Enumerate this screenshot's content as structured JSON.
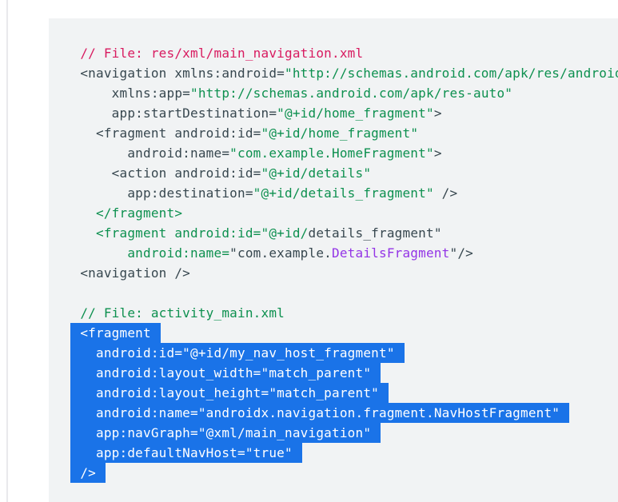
{
  "code_lines": [
    [
      {
        "t": "    "
      },
      {
        "t": "// File: res/xml/main_navigation.xml",
        "c": "com"
      }
    ],
    [
      {
        "t": "    <navigation xmlns:android="
      },
      {
        "t": "\"http://schemas.android.com/apk/res/android\"",
        "c": "str"
      }
    ],
    [
      {
        "t": "        xmlns:app="
      },
      {
        "t": "\"http://schemas.android.com/apk/res-auto\"",
        "c": "str"
      }
    ],
    [
      {
        "t": "        app:startDestination="
      },
      {
        "t": "\"@+id/home_fragment\"",
        "c": "str"
      },
      {
        "t": ">"
      }
    ],
    [
      {
        "t": "      <fragment android:id="
      },
      {
        "t": "\"@+id/home_fragment\"",
        "c": "str"
      }
    ],
    [
      {
        "t": "          android:name="
      },
      {
        "t": "\"com.example.HomeFragment\"",
        "c": "str"
      },
      {
        "t": ">"
      }
    ],
    [
      {
        "t": "        <action android:id="
      },
      {
        "t": "\"@+id/details\"",
        "c": "str"
      }
    ],
    [
      {
        "t": "          app:destination="
      },
      {
        "t": "\"@+id/details_fragment\"",
        "c": "str"
      },
      {
        "t": " />"
      }
    ],
    [
      {
        "t": "      "
      },
      {
        "t": "</fragment>",
        "c": "tag"
      }
    ],
    [
      {
        "t": "      "
      },
      {
        "t": "<fragment android:id=",
        "c": "tag"
      },
      {
        "t": "\"@+id/",
        "c": "str"
      },
      {
        "t": "details_fragment\""
      }
    ],
    [
      {
        "t": "          "
      },
      {
        "t": "android:name=",
        "c": "tag"
      },
      {
        "t": "\"com.example."
      },
      {
        "t": "DetailsFragment",
        "c": "cls"
      },
      {
        "t": "\"/>"
      }
    ],
    [
      {
        "t": "    <navigation />"
      }
    ],
    [
      {
        "t": ""
      }
    ],
    [
      {
        "t": "    "
      },
      {
        "t": "// File: activity_main.xml",
        "c": "tag"
      }
    ],
    [
      {
        "t": "    "
      },
      {
        "t": "<fragment",
        "c": "sel"
      }
    ],
    [
      {
        "t": "    "
      },
      {
        "t": "  android:id=\"@+id/my_nav_host_fragment\"",
        "c": "sel"
      }
    ],
    [
      {
        "t": "    "
      },
      {
        "t": "  android:layout_width=\"match_parent\"",
        "c": "sel"
      }
    ],
    [
      {
        "t": "    "
      },
      {
        "t": "  android:layout_height=\"match_parent\"",
        "c": "sel"
      }
    ],
    [
      {
        "t": "    "
      },
      {
        "t": "  android:name=\"androidx.navigation.fragment.NavHostFragment\"",
        "c": "sel"
      }
    ],
    [
      {
        "t": "    "
      },
      {
        "t": "  app:navGraph=\"@xml/main_navigation\"",
        "c": "sel"
      }
    ],
    [
      {
        "t": "    "
      },
      {
        "t": "  app:defaultNavHost=\"true\"",
        "c": "sel"
      }
    ],
    [
      {
        "t": "    "
      },
      {
        "t": "/>",
        "c": "sel"
      }
    ]
  ]
}
